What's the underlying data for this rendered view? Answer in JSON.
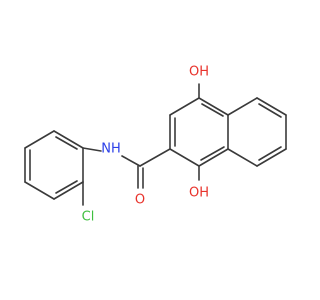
{
  "molecule": {
    "colors": {
      "bond": "#3a3a3a",
      "oxygen": "#e8322b",
      "nitrogen": "#2b3fe8",
      "chlorine": "#3fbf3f"
    },
    "labels": {
      "oh_top": "OH",
      "oh_top_h": "H",
      "oh_bottom": "OH",
      "oh_bottom_h": "H",
      "nh": "NH",
      "carbonyl_o": "O",
      "chloro": "Cl"
    }
  }
}
